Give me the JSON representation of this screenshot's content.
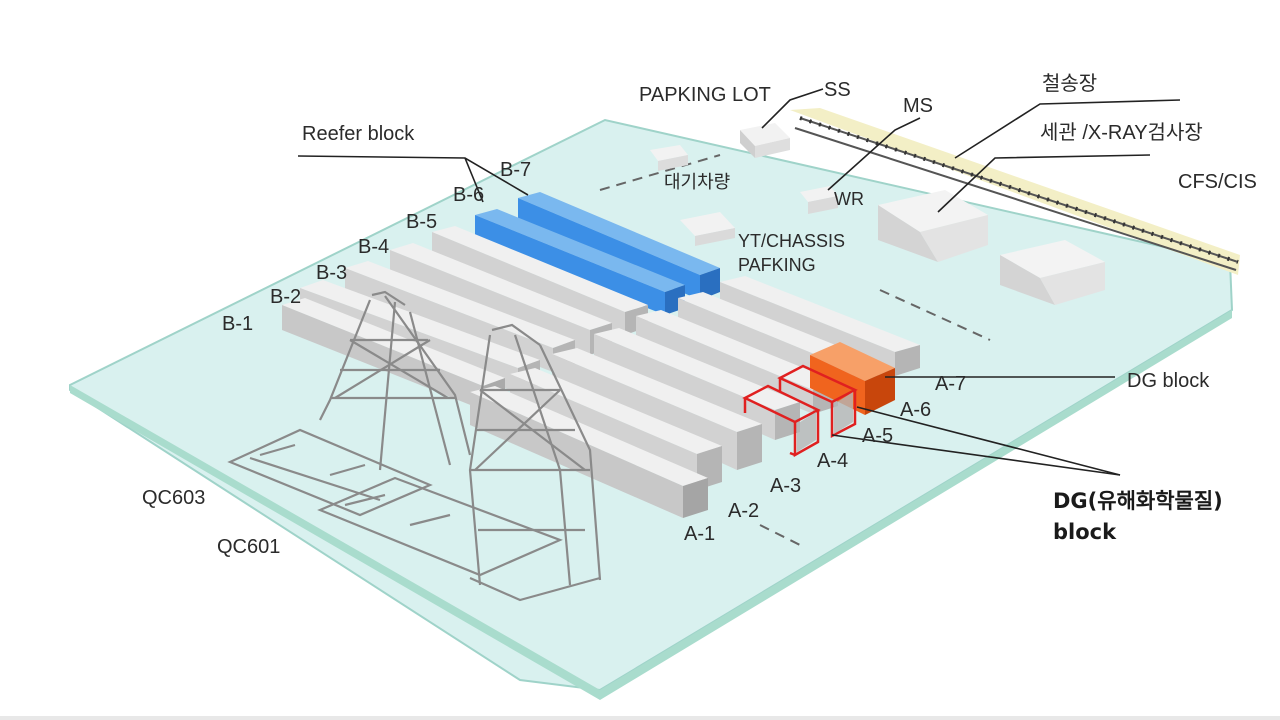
{
  "labels": {
    "parking_lot": "PAPKING LOT",
    "ss": "SS",
    "ms": "MS",
    "steel_yard": "철송장",
    "customs": "세관 /X-RAY검사장",
    "cfs_cis": "CFS/CIS",
    "reefer_block": "Reefer block",
    "waiting_vehicle": "대기차량",
    "wr": "WR",
    "yt_chassis_1": "YT/CHASSIS",
    "yt_chassis_2": "PAFKING",
    "dg_block": "DG block",
    "dg_hazard_1": "DG(유해화학물질)",
    "dg_hazard_2": "block",
    "qc603": "QC603",
    "qc601": "QC601"
  },
  "b_blocks": [
    "B-1",
    "B-2",
    "B-3",
    "B-4",
    "B-5",
    "B-6",
    "B-7"
  ],
  "a_blocks": [
    "A-1",
    "A-2",
    "A-3",
    "A-4",
    "A-5",
    "A-6",
    "A-7"
  ],
  "colors": {
    "ground": "#d9f1ef",
    "ground_edge": "#9fd3c9",
    "reefer": "#3c8fe6",
    "dg": "#f0641e",
    "dg_outline": "#e02020",
    "block_top": "#efefef",
    "block_side": "#b9b9b9"
  }
}
